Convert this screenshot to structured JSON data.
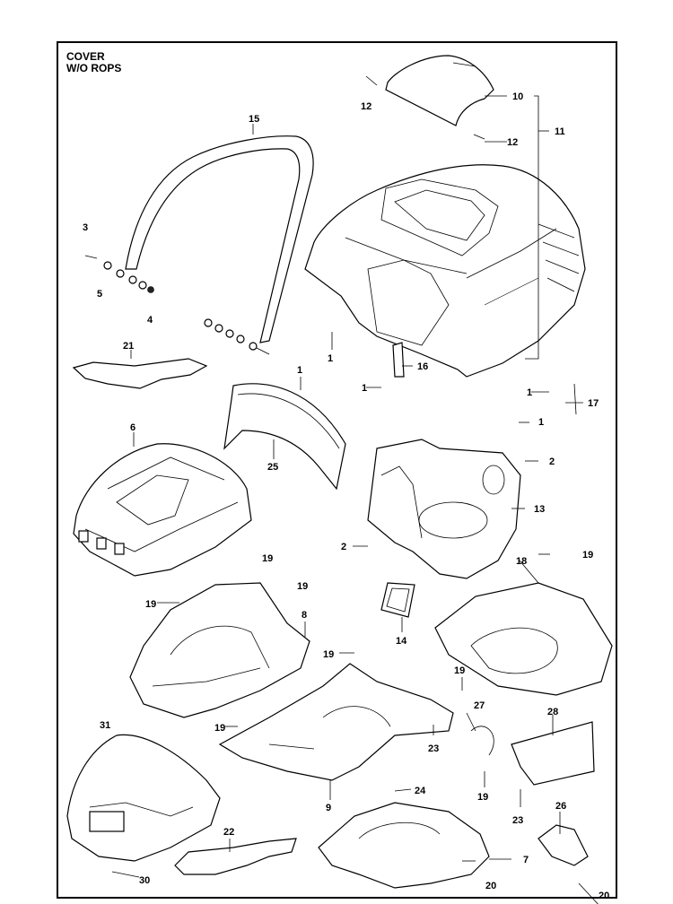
{
  "header": {
    "line1": "COVER",
    "line2": "W/O ROPS"
  },
  "callouts": [
    "1",
    "1",
    "1",
    "1",
    "1",
    "1",
    "2",
    "2",
    "3",
    "4",
    "5",
    "6",
    "7",
    "8",
    "9",
    "10",
    "11",
    "12",
    "12",
    "13",
    "14",
    "15",
    "16",
    "17",
    "18",
    "19",
    "19",
    "19",
    "19",
    "19",
    "19",
    "19",
    "19",
    "20",
    "20",
    "21",
    "22",
    "23",
    "23",
    "24",
    "25",
    "26",
    "27",
    "28",
    "30",
    "31"
  ]
}
